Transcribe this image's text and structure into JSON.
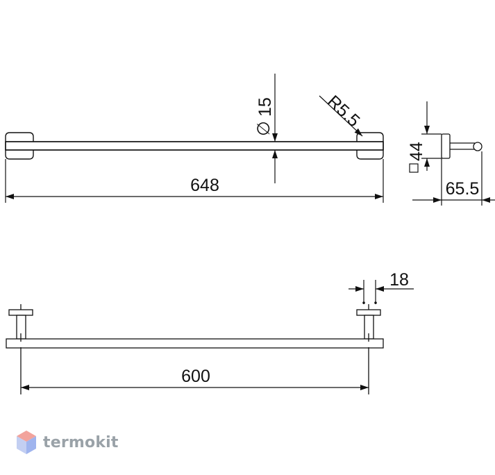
{
  "drawing": {
    "front_view": {
      "overall_length": "648",
      "diameter": "15",
      "radius": "R5.5"
    },
    "side_view": {
      "base_height": "44",
      "projection": "65.5"
    },
    "top_view": {
      "center_distance": "600",
      "mount_width": "18"
    }
  },
  "watermark": {
    "brand": "termokit",
    "colors": {
      "top": "#f2a39c",
      "left": "#c3cff2",
      "right": "#9fb4ee",
      "text": "#9aa2a8"
    }
  }
}
